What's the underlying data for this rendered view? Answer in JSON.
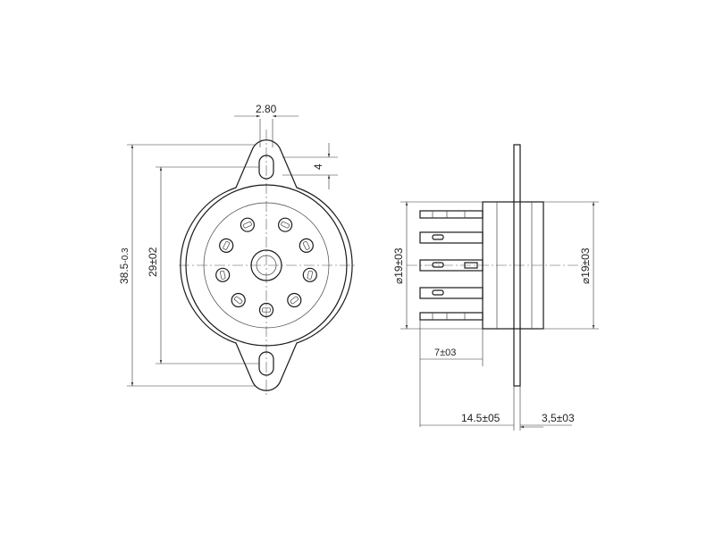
{
  "dimensions": {
    "slot_width": "2.80",
    "slot_offset": "4",
    "overall_height": "38.5",
    "overall_height_tol": "-0.3",
    "hole_spacing": "29±02",
    "diameter_left": "19±03",
    "diameter_right": "19±03",
    "pin_length": "7±03",
    "body_length": "14.5±05",
    "flange_thickness": "3,5±03"
  },
  "symbols": {
    "diameter": "⌀"
  },
  "colors": {
    "line": "#1a1a1a",
    "background": "#ffffff"
  }
}
